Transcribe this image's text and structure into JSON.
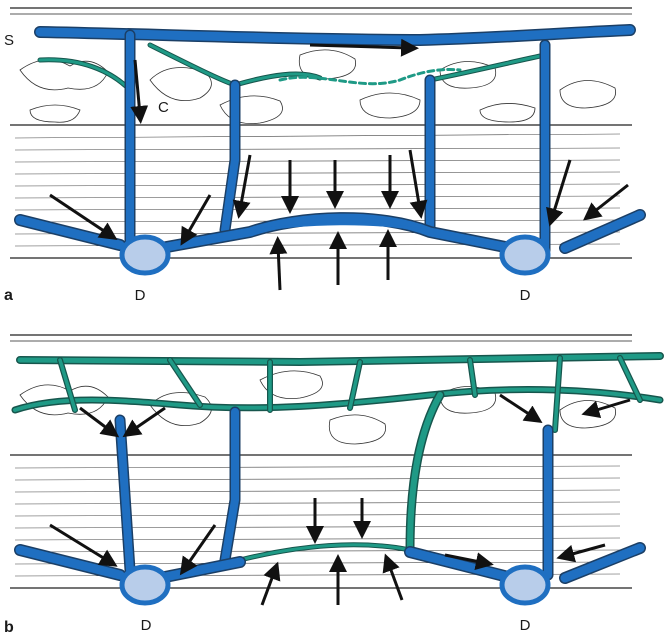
{
  "panels": [
    {
      "id": "a",
      "label": "a",
      "deep_vein_labels": [
        "D",
        "D"
      ],
      "superficial_label": "S",
      "communicating_label": "C"
    },
    {
      "id": "b",
      "label": "b",
      "deep_vein_labels": [
        "D",
        "D"
      ]
    }
  ],
  "colors": {
    "vein_blue": "#1f6fc1",
    "collateral_teal": "#1f9a86",
    "deep_vein_fill": "#b8cdea",
    "arrows": "#111111"
  }
}
